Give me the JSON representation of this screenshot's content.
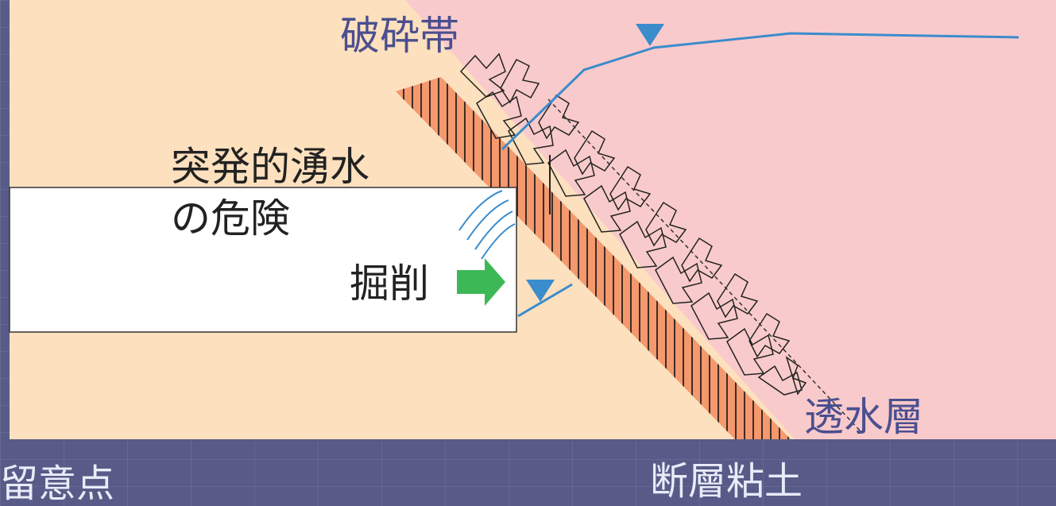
{
  "labels": {
    "fracture_zone": "破砕帯",
    "sudden_inflow": "突発的湧水",
    "danger": "の危険",
    "excavation": "掘削",
    "permeable_layer": "透水層"
  },
  "captions": {
    "left": "留意点",
    "right": "断層粘土"
  },
  "colors": {
    "ground": "#fde0bd",
    "permeable_zone": "#f9cacb",
    "fault_clay": "#f4986e",
    "tunnel": "#ffffff",
    "water_table": "#3a8ccc",
    "arrow": "#3db857",
    "text": "#4a4f8f",
    "background": "#585b87"
  },
  "icons": {
    "water_table_marker": "inverted-triangle-icon",
    "excavation_direction": "right-arrow-icon",
    "inflow_waves": "water-spray-icon"
  }
}
